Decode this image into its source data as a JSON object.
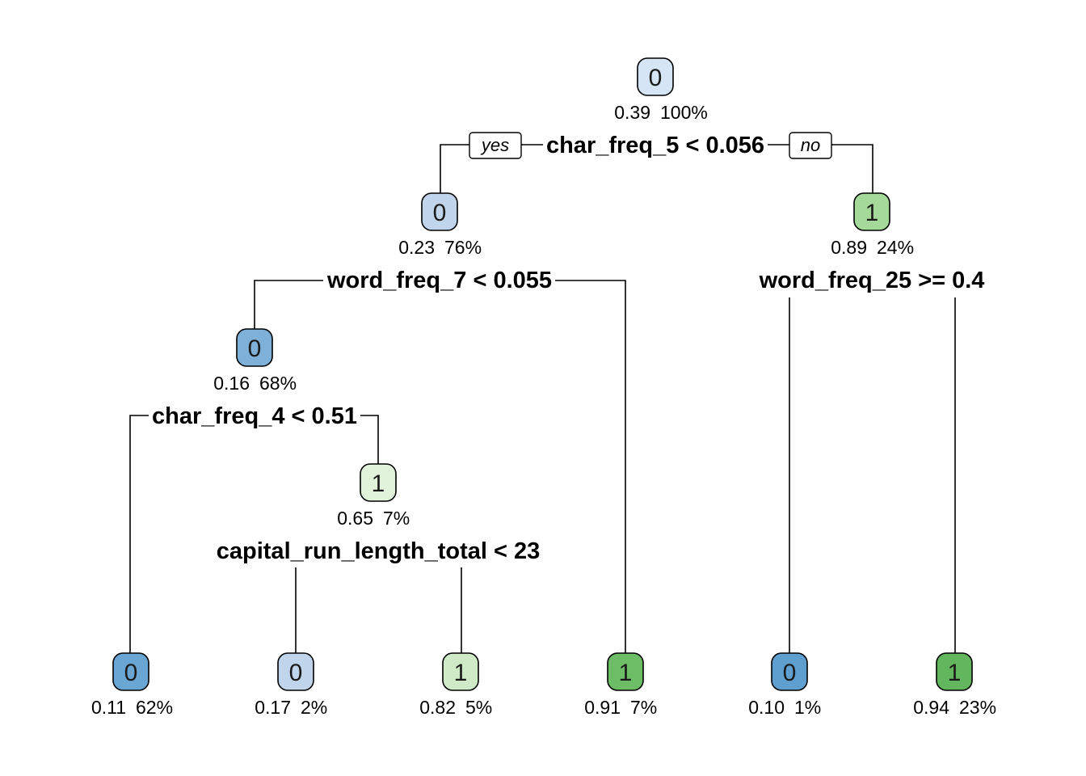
{
  "branch_labels": {
    "yes": "yes",
    "no": "no"
  },
  "colors": {
    "class0_light": "#d5e5f5",
    "class0_mid": "#c0d5ec",
    "class0_dark": "#7fb1d8",
    "class0_darker": "#6aa6d3",
    "class0_darkest": "#5e9fd0",
    "class1_light": "#e2f3dc",
    "class1_mid": "#cfeac6",
    "class1_dark": "#a5d99a",
    "class1_darker": "#6dbd66",
    "class1_darkest": "#62b65d"
  },
  "nodes": [
    {
      "id": "n1",
      "class": "0",
      "prob": "0.39",
      "pct": "100%",
      "fill": "class0_light"
    },
    {
      "id": "n2",
      "class": "0",
      "prob": "0.23",
      "pct": "76%",
      "fill": "class0_mid"
    },
    {
      "id": "n3",
      "class": "1",
      "prob": "0.89",
      "pct": "24%",
      "fill": "class1_dark"
    },
    {
      "id": "n4",
      "class": "0",
      "prob": "0.16",
      "pct": "68%",
      "fill": "class0_dark"
    },
    {
      "id": "n9",
      "class": "1",
      "prob": "0.65",
      "pct": "7%",
      "fill": "class1_light"
    },
    {
      "id": "n8",
      "class": "0",
      "prob": "0.11",
      "pct": "62%",
      "fill": "class0_darker"
    },
    {
      "id": "n18",
      "class": "0",
      "prob": "0.17",
      "pct": "2%",
      "fill": "class0_mid"
    },
    {
      "id": "n19",
      "class": "1",
      "prob": "0.82",
      "pct": "5%",
      "fill": "class1_mid"
    },
    {
      "id": "n5",
      "class": "1",
      "prob": "0.91",
      "pct": "7%",
      "fill": "class1_darker"
    },
    {
      "id": "n6",
      "class": "0",
      "prob": "0.10",
      "pct": "1%",
      "fill": "class0_darkest"
    },
    {
      "id": "n7",
      "class": "1",
      "prob": "0.94",
      "pct": "23%",
      "fill": "class1_darkest"
    }
  ],
  "splits": [
    {
      "id": "s1",
      "label": "char_freq_5 < 0.056"
    },
    {
      "id": "s2",
      "label": "word_freq_7 < 0.055"
    },
    {
      "id": "s3",
      "label": "word_freq_25 >= 0.4"
    },
    {
      "id": "s4",
      "label": "char_freq_4 < 0.51"
    },
    {
      "id": "s9",
      "label": "capital_run_length_total < 23"
    }
  ]
}
